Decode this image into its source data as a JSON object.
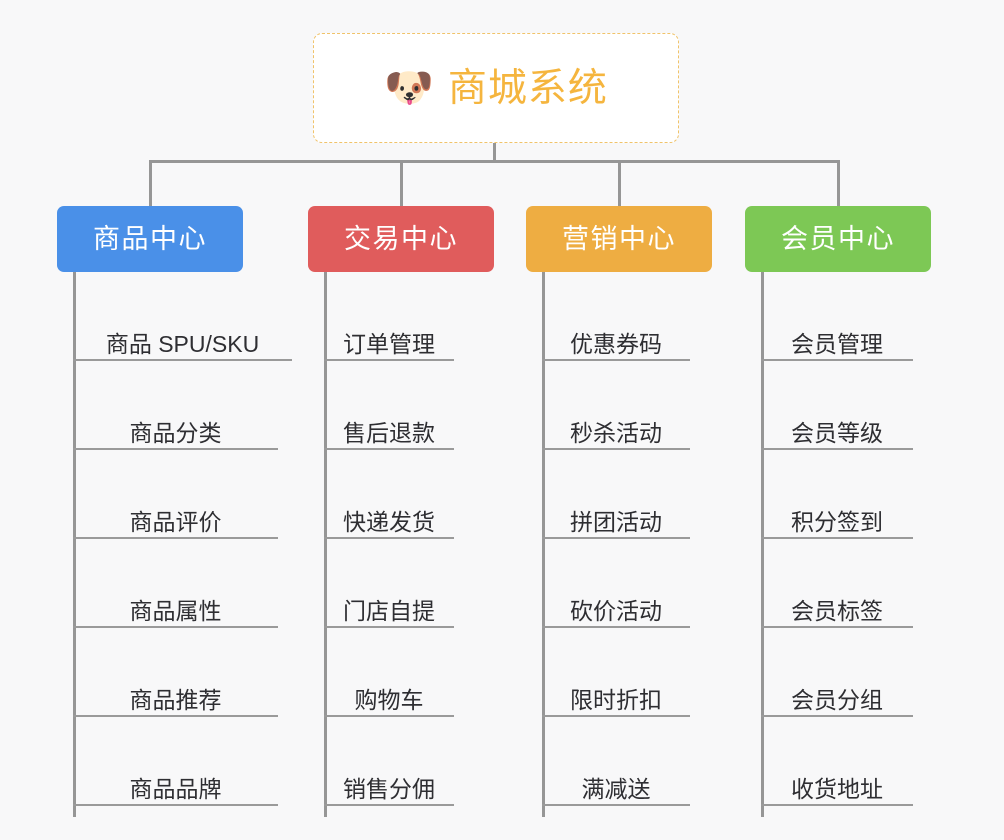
{
  "page": {
    "background_color": "#f8f8f9",
    "line_color": "#969696",
    "leaf_line_color": "#9a9a9a",
    "leaf_text_color": "#2e2e32"
  },
  "root": {
    "icon": "dog-face-emoji",
    "emoji": "🐶",
    "title": "商城系统",
    "text_color": "#f5b53e",
    "border_color": "#f0c36a",
    "background_color": "#ffffff"
  },
  "columns": [
    {
      "label": "商品中心",
      "color": "#4a90e8",
      "items": [
        "商品 SPU/SKU",
        "商品分类",
        "商品评价",
        "商品属性",
        "商品推荐",
        "商品品牌"
      ]
    },
    {
      "label": "交易中心",
      "color": "#e05c5c",
      "items": [
        "订单管理",
        "售后退款",
        "快递发货",
        "门店自提",
        "购物车",
        "销售分佣"
      ]
    },
    {
      "label": "营销中心",
      "color": "#eead42",
      "items": [
        "优惠券码",
        "秒杀活动",
        "拼团活动",
        "砍价活动",
        "限时折扣",
        "满减送"
      ]
    },
    {
      "label": "会员中心",
      "color": "#7dc855",
      "items": [
        "会员管理",
        "会员等级",
        "积分签到",
        "会员标签",
        "会员分组",
        "收货地址"
      ]
    }
  ]
}
